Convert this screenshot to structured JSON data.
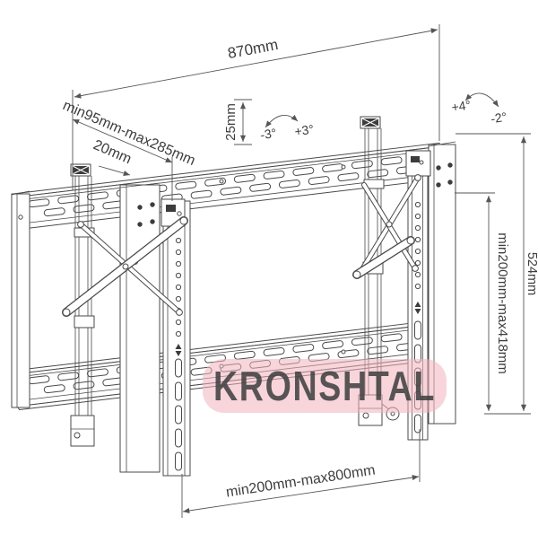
{
  "watermark": {
    "text": "KRONSHTAL"
  },
  "annotations": {
    "total_width": "870mm",
    "extension_depth": "min95mm-max285mm",
    "hook_depth": "20mm",
    "rail_offset": "25mm",
    "tilt_down": "-3°",
    "tilt_up": "+3°",
    "swivel_pos": "+4°",
    "swivel_neg": "-2°",
    "total_height": "524mm",
    "vesa_height": "min200mm-max418mm",
    "vesa_width": "min200mm-max800mm"
  },
  "colors": {
    "line": "#4a4a4a",
    "dimension": "#565656",
    "text": "#3d3d3d",
    "background": "#ffffff",
    "watermark_bg": "#f0b3bd",
    "watermark_text": "#ffffff"
  }
}
